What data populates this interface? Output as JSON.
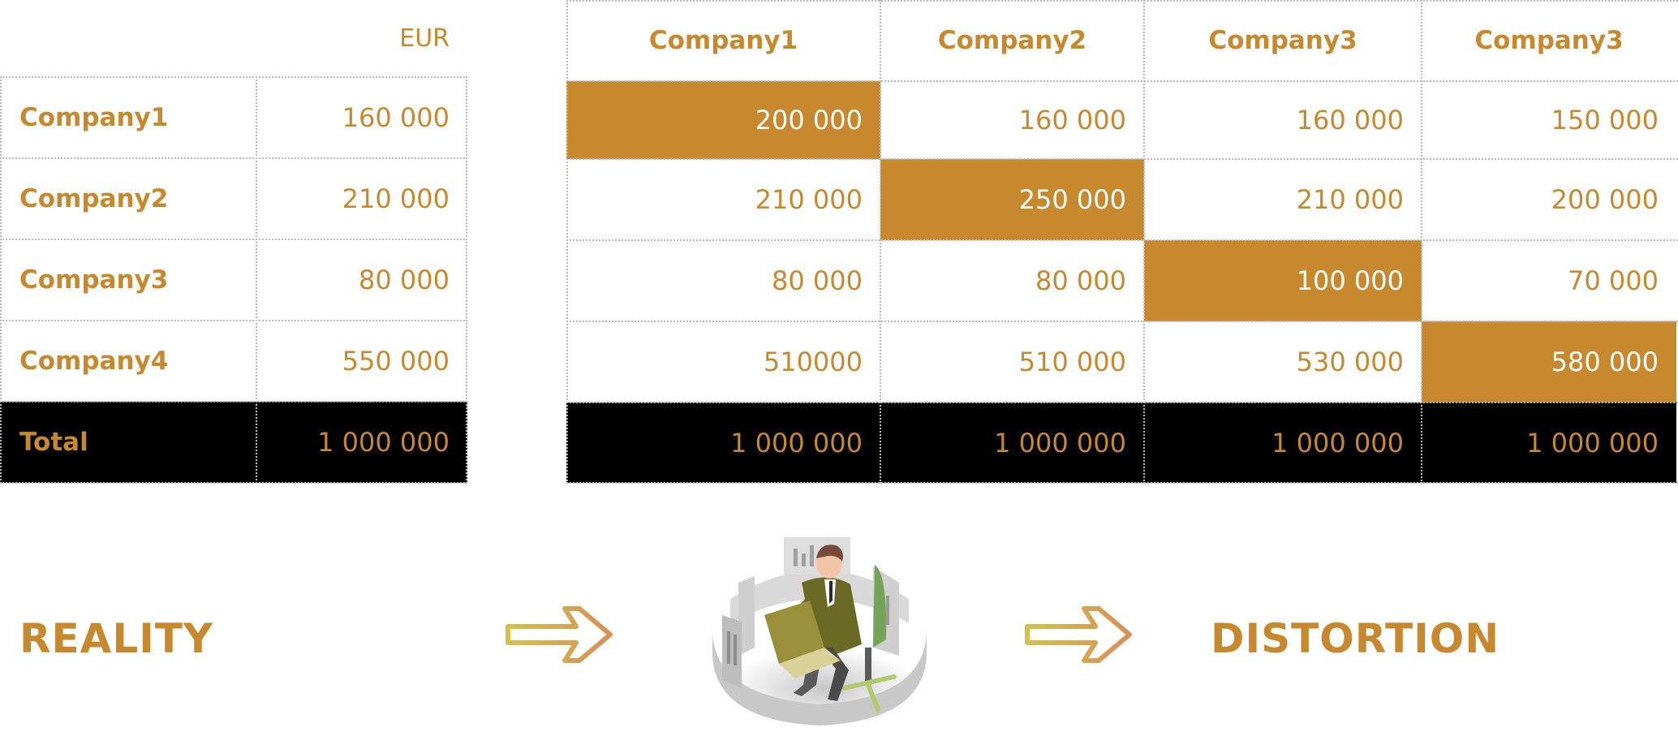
{
  "reality_table": {
    "currency_label": "EUR",
    "rows": [
      {
        "label": "Company1",
        "value": "160 000"
      },
      {
        "label": "Company2",
        "value": "210 000"
      },
      {
        "label": "Company3",
        "value": "80 000"
      },
      {
        "label": "Company4",
        "value": "550 000"
      }
    ],
    "total": {
      "label": "Total",
      "value": "1 000 000"
    }
  },
  "distortion_table": {
    "headers": [
      "Company1",
      "Company2",
      "Company3",
      "Company3"
    ],
    "rows": [
      [
        "200 000",
        "160 000",
        "160 000",
        "150 000"
      ],
      [
        "210 000",
        "250 000",
        "210 000",
        "200 000"
      ],
      [
        "80 000",
        "80 000",
        "100 000",
        "70 000"
      ],
      [
        "510000",
        "510 000",
        "530 000",
        "580 000"
      ]
    ],
    "totals": [
      "1 000 000",
      "1 000 000",
      "1 000 000",
      "1 000 000"
    ]
  },
  "labels": {
    "left": "REALITY",
    "right": "DISTORTION"
  },
  "colors": {
    "accent": "#c8882e",
    "total_bg": "#000000",
    "highlight_text": "#ffffff"
  },
  "icons": [
    "right-arrow-icon",
    "businessman-laptop-illustration"
  ]
}
